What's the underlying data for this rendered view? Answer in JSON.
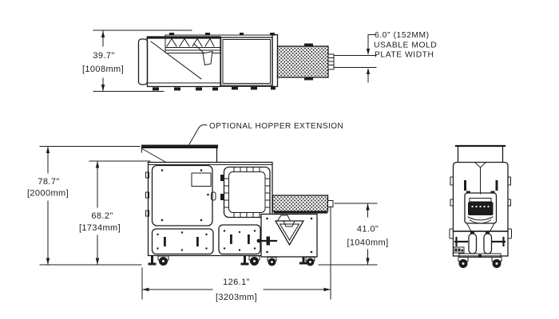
{
  "drawing": {
    "callouts": {
      "hopper_extension": "OPTIONAL HOPPER EXTENSION",
      "mold_width": {
        "line1": "6.0\" (152MM)",
        "line2": "USABLE MOLD",
        "line3": "PLATE WIDTH"
      }
    },
    "dimensions": {
      "top_width": {
        "in": "39.7\"",
        "mm": "[1008mm]"
      },
      "overall_height": {
        "in": "78.7\"",
        "mm": "[2000mm]"
      },
      "body_height": {
        "in": "68.2\"",
        "mm": "[1734mm]"
      },
      "nozzle_height": {
        "in": "41.0\"",
        "mm": "[1040mm]"
      },
      "overall_length": {
        "in": "126.1\"",
        "mm": "[3203mm]"
      }
    },
    "colors": {
      "line": "#1c1c1c",
      "background": "#ffffff"
    }
  }
}
